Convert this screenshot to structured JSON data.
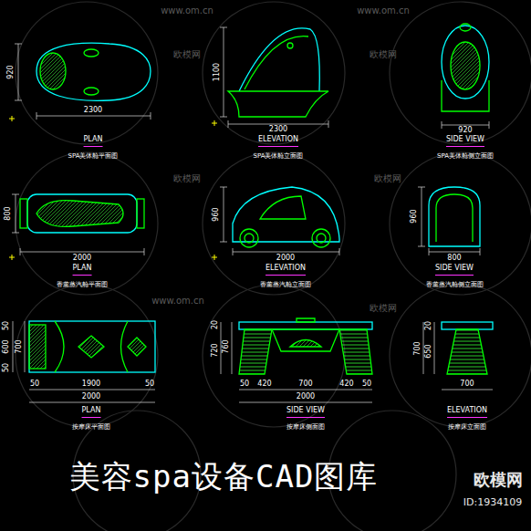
{
  "diagram": {
    "title": "美容spa设备CAD图库",
    "labels": [
      "920",
      "2300",
      "PLAN",
      "SPA美体舱平面图",
      "1100",
      "2300",
      "ELEVATION",
      "SPA美体舱立面图",
      "920",
      "SIDE VIEW",
      "SPA美体舱侧立面图",
      "800",
      "2000",
      "PLAN",
      "香薰蒸汽舱平面图",
      "960",
      "2000",
      "ELEVATION",
      "香薰蒸汽舱立面图",
      "960",
      "800",
      "SIDE VIEW",
      "香薰蒸汽舱侧立面图",
      "50",
      "600",
      "50",
      "700",
      "50",
      "1900",
      "50",
      "2000",
      "PLAN",
      "按摩床平面图",
      "20",
      "720",
      "760",
      "50",
      "420",
      "700",
      "420",
      "50",
      "2000",
      "SIDE VIEW",
      "按摩床侧面图",
      "20",
      "650",
      "700",
      "700",
      "ELEVATION",
      "按摩床立面图",
      "www.om.cn",
      "www.om.cn",
      "www.om.cn",
      "欧模网",
      "欧模网",
      "欧模网",
      "欧模网",
      "欧模网",
      "欧模网",
      "ID:1934109"
    ]
  }
}
